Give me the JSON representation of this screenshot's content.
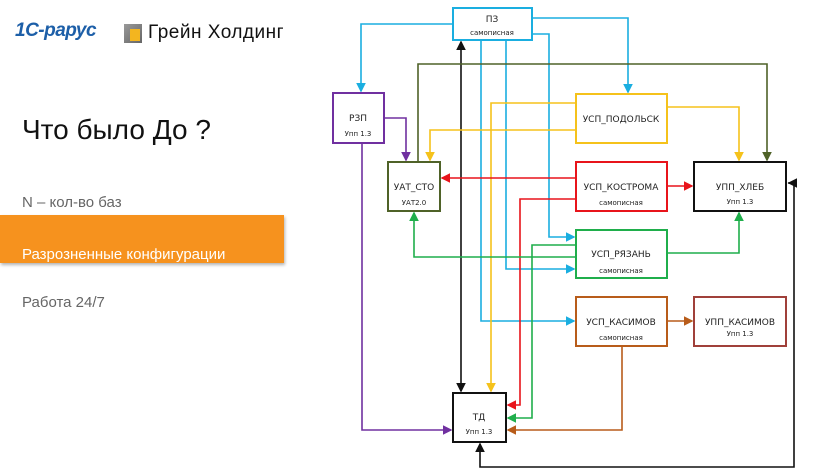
{
  "logos": {
    "brand1": "1С-рарус",
    "brand2": "Грейн Холдинг"
  },
  "slide": {
    "title": "Что было До ?",
    "items": [
      "N – кол-во баз",
      "Разрозненные конфигурации",
      "Работа 24/7"
    ]
  },
  "diagram": {
    "nodes": {
      "pz": {
        "name": "ПЗ",
        "sub": "самописная"
      },
      "rzp": {
        "name": "РЗП",
        "sub": "Упп 1.3"
      },
      "uat": {
        "name": "УАТ_СТО",
        "sub": "УАТ2.0"
      },
      "podolsk": {
        "name": "УСП_ПОДОЛЬСК"
      },
      "kostroma": {
        "name": "УСП_КОСТРОМА",
        "sub": "самописная"
      },
      "hleb": {
        "name": "УПП_ХЛЕБ",
        "sub": "Упп 1.3"
      },
      "ryazan": {
        "name": "УСП_РЯЗАНЬ",
        "sub": "самописная"
      },
      "kasimov": {
        "name": "УСП_КАСИМОВ",
        "sub": "самописная"
      },
      "upp_kasimov": {
        "name": "УПП_КАСИМОВ",
        "sub": "Упп 1.3"
      },
      "td": {
        "name": "ТД",
        "sub": "Упп 1.3"
      }
    },
    "colors": {
      "pz": "#1aaee0",
      "rzp": "#7030a0",
      "uat": "#4f6228",
      "podolsk": "#f5c21b",
      "kostroma": "#e8141b",
      "hleb": "#111111",
      "ryazan": "#1fae4b",
      "kasimov": "#b85c1a",
      "upp_kasimov": "#a0403a",
      "td": "#111111",
      "accent": "#f6921e"
    }
  }
}
